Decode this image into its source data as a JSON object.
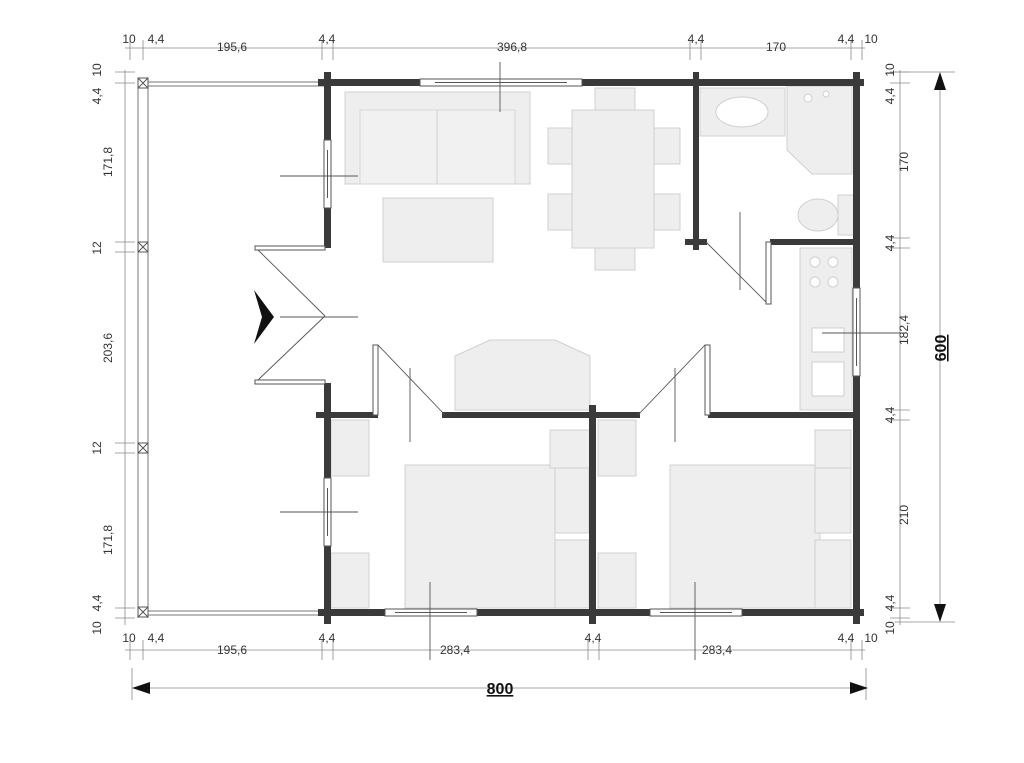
{
  "dimensions": {
    "top": [
      "10",
      "4,4",
      "195,6",
      "4,4",
      "396,8",
      "4,4",
      "170",
      "4,4",
      "10"
    ],
    "bottom": [
      "10",
      "4,4",
      "195,6",
      "4,4",
      "283,4",
      "4,4",
      "283,4",
      "4,4",
      "10"
    ],
    "left": [
      "10",
      "4,4",
      "171,8",
      "12",
      "203,6",
      "12",
      "171,8",
      "4,4",
      "10"
    ],
    "right": [
      "10",
      "4,4",
      "170",
      "4,4",
      "182,4",
      "4,4",
      "210",
      "4,4",
      "10"
    ],
    "total_width": "800",
    "total_depth": "600"
  },
  "colors": {
    "wall": "#3a3a3a",
    "furniture": "#eeeeee",
    "dimension_line": "#8a8a8a"
  },
  "icons": {
    "entrance": "entrance-arrow-icon"
  }
}
